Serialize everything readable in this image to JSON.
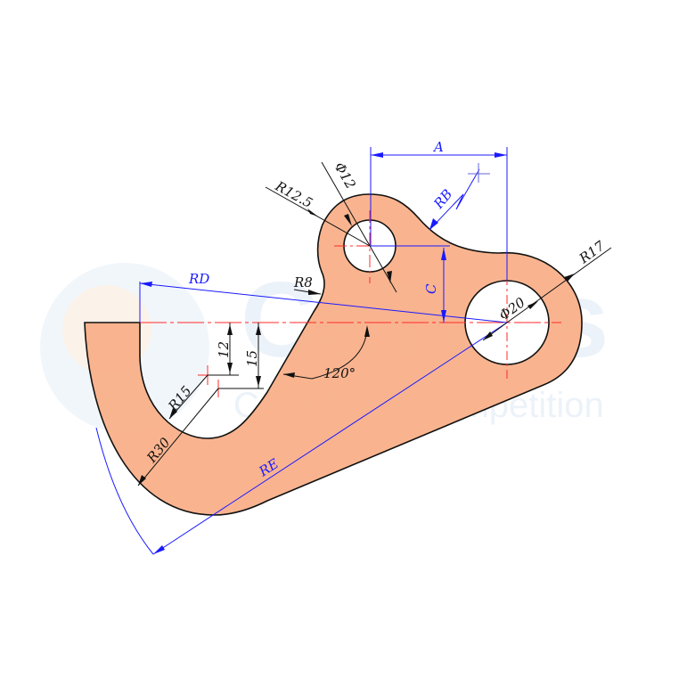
{
  "watermark": {
    "brand": "CaTICs",
    "tagline": "CAD digital competition"
  },
  "dimensions": {
    "a": "A",
    "rb": "RB",
    "c": "C",
    "rd": "RD",
    "re": "RE",
    "r12_5": "R12.5",
    "d12": "Φ12",
    "r17": "R17",
    "d20": "Φ20",
    "r8": "R8",
    "d12v": "12",
    "d15v": "15",
    "angle": "120°",
    "r15": "R15",
    "r30": "R30"
  },
  "colors": {
    "part": "#f9ae86",
    "dimension_blue": "#1a1aff",
    "center_red": "#ff2a2a",
    "outline": "#111111"
  }
}
